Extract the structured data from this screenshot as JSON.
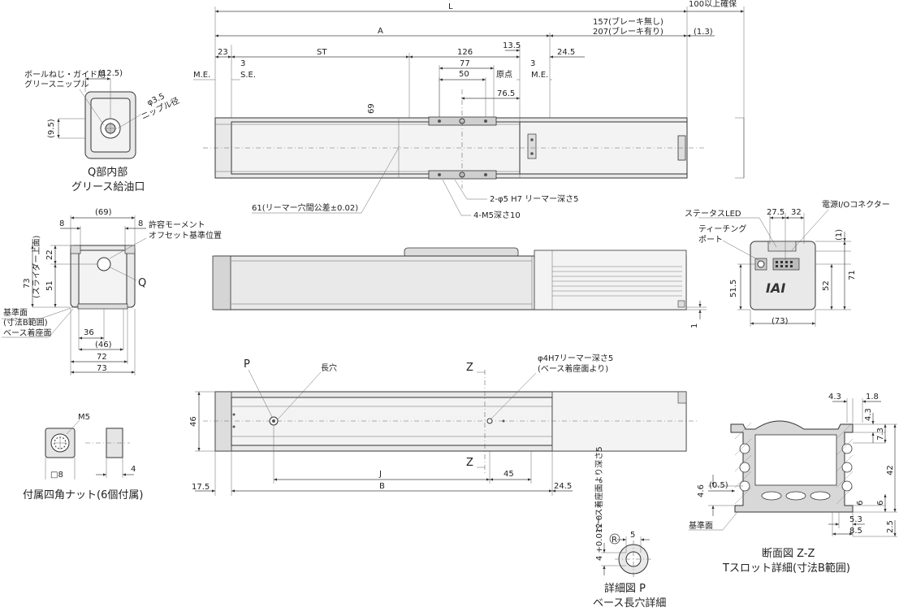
{
  "top_view": {
    "L": "L",
    "A": "A",
    "clearance": "100以上確保",
    "no_brake": "157(ブレーキ無し)",
    "with_brake": "207(ブレーキ有り)",
    "d1_3": "(1.3)",
    "d23": "23",
    "dST": "ST",
    "d126": "126",
    "d13_5": "13.5",
    "d24_5": "24.5",
    "d3a": "3",
    "d3b": "3",
    "d77": "77",
    "d50": "50",
    "d76_5": "76.5",
    "d69": "69",
    "me_left": "M.E.",
    "se": "S.E.",
    "origin": "原点",
    "me_right": "M.E.",
    "ream_tol": "61(リーマー穴間公差±0.02)",
    "ream_holes": "2-φ5 H7 リーマー深さ5",
    "m5_holes": "4-M5深さ10"
  },
  "detail_q": {
    "d12_5": "(12.5)",
    "d9_5": "(9.5)",
    "grease_nipple": [
      "ボールねじ・ガイド用",
      "グリースニップル"
    ],
    "nipple_dia": [
      "φ3.5",
      "ニップル径"
    ],
    "caption": [
      "Q部内部",
      "グリース給油口"
    ]
  },
  "side_left": {
    "d69": "(69)",
    "d8a": "8",
    "d8b": "8",
    "moment": [
      "許容モーメント",
      "オフセット基準位置"
    ],
    "d22": "22",
    "d51": "51",
    "d73": "73",
    "slider_top": "(スライダー上面)",
    "q_label": "Q",
    "ref_surface": [
      "基準面",
      "(寸法B範囲)"
    ],
    "base_mount": "ベース着座面",
    "d36": "36",
    "d46": "(46)",
    "d72": "72",
    "d73b": "73"
  },
  "side_right": {
    "status_led": "ステータスLED",
    "d27_5": "27.5",
    "d32": "32",
    "power_conn": "電源I/Oコネクター",
    "teaching_port": [
      "ティーチング",
      "ポート"
    ],
    "d1": "(1)",
    "d51_5": "51.5",
    "d52": "52",
    "d71": "71",
    "d73": "(73)",
    "logo": "IAI",
    "d1b": "1"
  },
  "bottom_view": {
    "p_label": "P",
    "slot": "長穴",
    "d4h7": [
      "φ4H7リーマー深さ5",
      "(ベース着座面より)"
    ],
    "z1": "Z",
    "z2": "Z",
    "d46": "46",
    "dJ": "J",
    "d45": "45",
    "d17_5": "17.5",
    "dB": "B",
    "d24_5": "24.5"
  },
  "square_nut": {
    "m5": "M5",
    "sq8": "□8",
    "d4": "4",
    "caption": "付属四角ナット(6個付属)"
  },
  "detail_p": {
    "vertical_label": "ベース着座面より深さ5",
    "tol": "4 +0.012 0",
    "d5": "5",
    "r_label": "R",
    "caption": [
      "詳細図 P",
      "ベース長穴詳細"
    ]
  },
  "section_z": {
    "d4_3": "4.3",
    "d1_8": "1.8",
    "d4_3b": "4.3",
    "d7_3": "7.3",
    "d4_6": "4.6",
    "d0_5": "(0.5)",
    "d42": "42",
    "d6a": "6",
    "d6b": "6",
    "d5_3": "5.3",
    "d8_5": "8.5",
    "d2_5": "2.5",
    "ref": "基準面",
    "caption": [
      "断面図 Z-Z",
      "Tスロット詳細(寸法B範囲)"
    ]
  }
}
